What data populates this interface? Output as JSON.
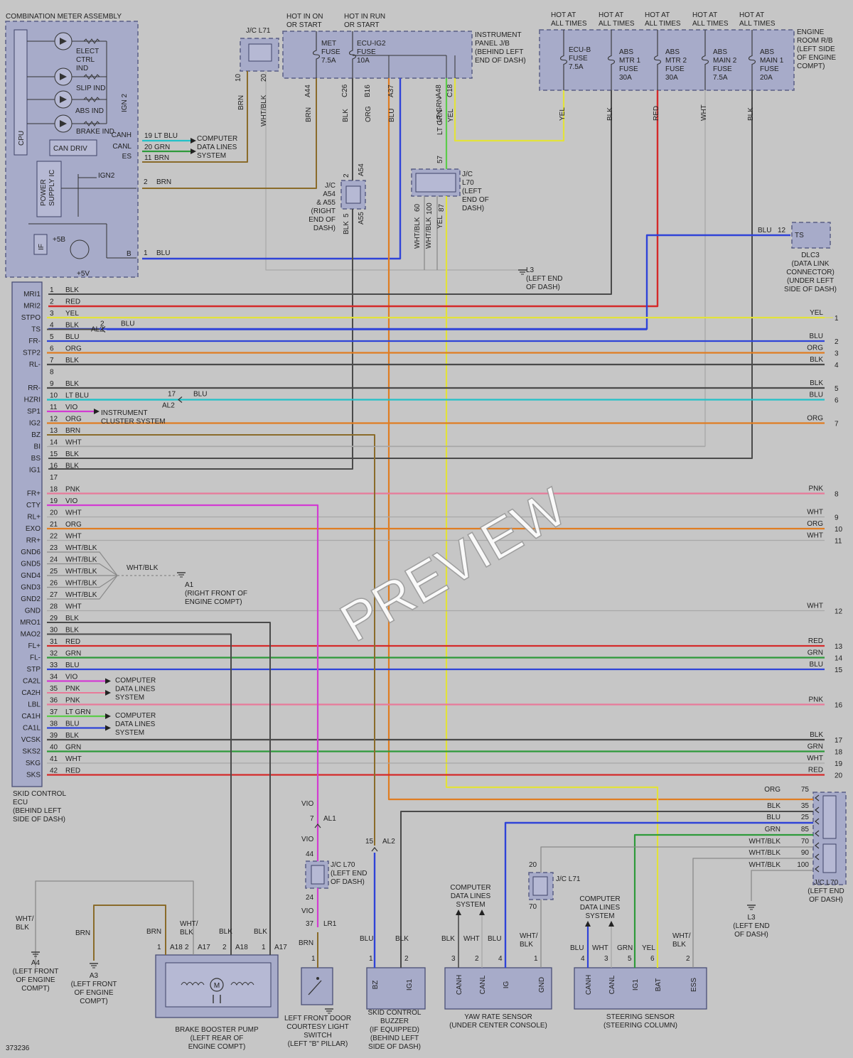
{
  "doc_id": "373236",
  "watermark": "PREVIEW",
  "colors": {
    "background": "#c6c6c6",
    "component_fill": "#a7abc9",
    "BLK": "#4a4a4a",
    "RED": "#d42a2a",
    "YEL": "#e2e23a",
    "BLU": "#2f43d8",
    "ORG": "#e07d22",
    "LT BLU": "#22c1c8",
    "VIO": "#d23cd2",
    "BRN": "#8a6b2a",
    "WHT": "#a8a8a8",
    "PNK": "#e87a9a",
    "GRN": "#2e9a3a",
    "LT GRN": "#5ccc4a",
    "WHT/BLK": "#8a8a8a"
  },
  "combination_meter": {
    "title": "COMBINATION METER ASSEMBLY",
    "indicators": [
      "ELECT CTRL IND",
      "SLIP IND",
      "ABS IND",
      "BRAKE IND"
    ],
    "labels": [
      "CPU",
      "CAN DRIV",
      "POWER SUPPLY IC",
      "IF",
      "IGN 2",
      "IGN2",
      "+5B",
      "+5V",
      "B"
    ],
    "pins": [
      {
        "pin": "CANH",
        "num": "19",
        "color": "LT BLU"
      },
      {
        "pin": "CANL",
        "num": "20",
        "color": "GRN"
      },
      {
        "pin": "ES",
        "num": "11",
        "color": "BRN"
      },
      {
        "pin": "",
        "num": "2",
        "color": "BRN"
      },
      {
        "pin": "B",
        "num": "1",
        "color": "BLU"
      }
    ],
    "computer_data_lines": "COMPUTER DATA LINES SYSTEM"
  },
  "jc_l71_top": {
    "label": "J/C L71",
    "pins": [
      "10",
      "20"
    ],
    "wires": [
      "BRN",
      "WHT/BLK"
    ]
  },
  "hot_in_on": "HOT IN ON OR START",
  "hot_in_run": "HOT IN RUN OR START",
  "hot_at_all_times": "HOT AT ALL TIMES",
  "instrument_panel_jb": {
    "label": "INSTRUMENT PANEL J/B (BEHIND LEFT END OF DASH)",
    "fuses": [
      "MET FUSE 7.5A",
      "ECU-IG2 FUSE 10A"
    ],
    "terminals": [
      {
        "pin": "A44",
        "color": "BRN"
      },
      {
        "pin": "C26",
        "color": "BLK"
      },
      {
        "pin": "B16",
        "color": "ORG"
      },
      {
        "pin": "A37",
        "color": "BLU"
      },
      {
        "pin": "A48",
        "color": "LT GRN"
      },
      {
        "pin": "C18",
        "color": "YEL"
      }
    ]
  },
  "engine_room_rb": {
    "label": "ENGINE ROOM R/B (LEFT SIDE OF ENGINE COMPT)",
    "fuses": [
      "ECU-B FUSE 7.5A",
      "ABS MTR 1 FUSE 30A",
      "ABS MTR 2 FUSE 30A",
      "ABS MAIN 2 FUSE 7.5A",
      "ABS MAIN 1 FUSE 20A"
    ],
    "wires": [
      "YEL",
      "BLK",
      "RED",
      "WHT",
      "BLK"
    ]
  },
  "jc_a54": {
    "label": "J/C A54 & A55 (RIGHT END OF DASH)",
    "pins": [
      "2",
      "A54",
      "5",
      "A55"
    ],
    "wire": "BLK"
  },
  "jc_l70_top": {
    "label": "J/C L70 (LEFT END OF DASH)",
    "pins": [
      "57",
      "60",
      "100",
      "87"
    ],
    "wires": [
      "WHT/BLK",
      "WHT/BLK",
      "YEL"
    ]
  },
  "ground_l3_top": "L3 (LEFT END OF DASH)",
  "dlc3": {
    "label": "DLC3 (DATA LINK CONNECTOR) (UNDER LEFT SIDE OF DASH)",
    "pin": "TS",
    "num": "12",
    "wire": "BLU"
  },
  "skid_ecu": {
    "label": "SKID CONTROL ECU (BEHIND LEFT SIDE OF DASH)",
    "pins": [
      {
        "n": "1",
        "name": "MRI1",
        "color": "BLK"
      },
      {
        "n": "2",
        "name": "MRI2",
        "color": "RED"
      },
      {
        "n": "3",
        "name": "STPO",
        "color": "YEL"
      },
      {
        "n": "4",
        "name": "TS",
        "color": "BLK"
      },
      {
        "n": "5",
        "name": "FR-",
        "color": "BLU"
      },
      {
        "n": "6",
        "name": "STP2",
        "color": "ORG"
      },
      {
        "n": "7",
        "name": "RL-",
        "color": "BLK"
      },
      {
        "n": "8",
        "name": "",
        "color": ""
      },
      {
        "n": "9",
        "name": "RR-",
        "color": "BLK"
      },
      {
        "n": "10",
        "name": "HZRI",
        "color": "LT BLU"
      },
      {
        "n": "11",
        "name": "SP1",
        "color": "VIO"
      },
      {
        "n": "12",
        "name": "IG2",
        "color": "ORG"
      },
      {
        "n": "13",
        "name": "BZ",
        "color": "BRN"
      },
      {
        "n": "14",
        "name": "BI",
        "color": "WHT"
      },
      {
        "n": "15",
        "name": "BS",
        "color": "BLK"
      },
      {
        "n": "16",
        "name": "IG1",
        "color": "BLK"
      },
      {
        "n": "17",
        "name": "",
        "color": ""
      },
      {
        "n": "18",
        "name": "FR+",
        "color": "PNK"
      },
      {
        "n": "19",
        "name": "CTY",
        "color": "VIO"
      },
      {
        "n": "20",
        "name": "RL+",
        "color": "WHT"
      },
      {
        "n": "21",
        "name": "EXO",
        "color": "ORG"
      },
      {
        "n": "22",
        "name": "RR+",
        "color": "WHT"
      },
      {
        "n": "23",
        "name": "GND6",
        "color": "WHT/BLK"
      },
      {
        "n": "24",
        "name": "GND5",
        "color": "WHT/BLK"
      },
      {
        "n": "25",
        "name": "GND4",
        "color": "WHT/BLK"
      },
      {
        "n": "26",
        "name": "GND3",
        "color": "WHT/BLK"
      },
      {
        "n": "27",
        "name": "GND2",
        "color": "WHT/BLK"
      },
      {
        "n": "28",
        "name": "GND",
        "color": "WHT"
      },
      {
        "n": "29",
        "name": "MRO1",
        "color": "BLK"
      },
      {
        "n": "30",
        "name": "MAO2",
        "color": "BLK"
      },
      {
        "n": "31",
        "name": "FL+",
        "color": "RED"
      },
      {
        "n": "32",
        "name": "FL-",
        "color": "GRN"
      },
      {
        "n": "33",
        "name": "STP",
        "color": "BLU"
      },
      {
        "n": "34",
        "name": "CA2L",
        "color": "VIO"
      },
      {
        "n": "35",
        "name": "CA2H",
        "color": "PNK"
      },
      {
        "n": "36",
        "name": "LBL",
        "color": "PNK"
      },
      {
        "n": "37",
        "name": "CA1H",
        "color": "LT GRN"
      },
      {
        "n": "38",
        "name": "CA1L",
        "color": "BLU"
      },
      {
        "n": "39",
        "name": "VCSK",
        "color": "BLK"
      },
      {
        "n": "40",
        "name": "SKS2",
        "color": "GRN"
      },
      {
        "n": "41",
        "name": "SKG",
        "color": "WHT"
      },
      {
        "n": "42",
        "name": "SKS",
        "color": "RED"
      }
    ]
  },
  "right_refs": [
    {
      "ref": "1",
      "color": "YEL"
    },
    {
      "ref": "2",
      "color": "BLU"
    },
    {
      "ref": "3",
      "color": "ORG"
    },
    {
      "ref": "4",
      "color": "BLK"
    },
    {
      "ref": "5",
      "color": "BLK"
    },
    {
      "ref": "6",
      "color": "BLU"
    },
    {
      "ref": "7",
      "color": "ORG"
    },
    {
      "ref": "8",
      "color": "PNK"
    },
    {
      "ref": "9",
      "color": "WHT"
    },
    {
      "ref": "10",
      "color": "ORG"
    },
    {
      "ref": "11",
      "color": "WHT"
    },
    {
      "ref": "12",
      "color": "WHT"
    },
    {
      "ref": "13",
      "color": "RED"
    },
    {
      "ref": "14",
      "color": "GRN"
    },
    {
      "ref": "15",
      "color": "BLU"
    },
    {
      "ref": "16",
      "color": "PNK"
    },
    {
      "ref": "17",
      "color": "BLK"
    },
    {
      "ref": "18",
      "color": "GRN"
    },
    {
      "ref": "19",
      "color": "WHT"
    },
    {
      "ref": "20",
      "color": "RED"
    }
  ],
  "splices": {
    "al2_pin4": {
      "label": "AL2",
      "num": "2",
      "color": "BLU"
    },
    "al2_pin10": {
      "label": "AL2",
      "num": "17",
      "color": "BLU"
    },
    "ground_a1": {
      "wire": "WHT/BLK",
      "label": "A1 (RIGHT FRONT OF ENGINE COMPT)"
    },
    "instrument_cluster": "INSTRUMENT CLUSTER SYSTEM",
    "computer_data_lines": "COMPUTER DATA LINES SYSTEM"
  },
  "jc_l70_right": {
    "label": "J/C L70 (LEFT END OF DASH)",
    "rows": [
      {
        "color": "ORG",
        "n": "75"
      },
      {
        "color": "BLK",
        "n": "35"
      },
      {
        "color": "BLU",
        "n": "25"
      },
      {
        "color": "GRN",
        "n": "85"
      },
      {
        "color": "WHT/BLK",
        "n": "70"
      },
      {
        "color": "WHT/BLK",
        "n": "90"
      },
      {
        "color": "WHT/BLK",
        "n": "100"
      }
    ]
  },
  "bottom": {
    "vio_splice": {
      "al1": "AL1",
      "pins": [
        "7",
        "44",
        "24",
        "37"
      ],
      "jc": "J/C L70 (LEFT END OF DASH)",
      "lr1": "LR1",
      "wire": "VIO"
    },
    "al2_15": {
      "num": "15",
      "label": "AL2"
    },
    "jc_l71": {
      "label": "J/C L71",
      "pins": [
        "20",
        "70"
      ]
    },
    "ground_l3": "L3 (LEFT END OF DASH)",
    "ground_a4": "A4 (LEFT FRONT OF ENGINE COMPT)",
    "ground_a3": "A3 (LEFT FRONT OF ENGINE COMPT)",
    "brake_booster": {
      "label": "BRAKE BOOSTER PUMP (LEFT REAR OF ENGINE COMPT)",
      "pins": [
        "1 A18",
        "2 A17",
        "2 A18",
        "1 A17"
      ],
      "wires": [
        "BRN",
        "WHT/BLK",
        "BLK",
        "BLK"
      ]
    },
    "door_switch": {
      "label": "LEFT FRONT DOOR COURTESY LIGHT SWITCH (LEFT \"B\" PILLAR)",
      "pin": "1",
      "wire": "BRN"
    },
    "buzzer": {
      "label": "SKID CONTROL BUZZER (IF EQUIPPED) (BEHIND LEFT SIDE OF DASH)",
      "pins": [
        "BZ",
        "IG1"
      ],
      "nums": [
        "1",
        "2"
      ],
      "wires": [
        "BLU",
        "BLK"
      ]
    },
    "yaw_sensor": {
      "label": "YAW RATE SENSOR (UNDER CENTER CONSOLE)",
      "pins": [
        "CANH",
        "CANL",
        "IG",
        "GND"
      ],
      "nums": [
        "3",
        "2",
        "4",
        "1"
      ],
      "wires": [
        "BLK",
        "WHT",
        "BLU",
        "WHT/BLK"
      ],
      "cdl": "COMPUTER DATA LINES SYSTEM"
    },
    "steering_sensor": {
      "label": "STEERING SENSOR (STEERING COLUMN)",
      "pins": [
        "CANH",
        "CANL",
        "IG1",
        "BAT",
        "ESS"
      ],
      "nums": [
        "4",
        "3",
        "5",
        "6",
        "2"
      ],
      "wires": [
        "BLU",
        "WHT",
        "GRN",
        "YEL",
        "WHT/BLK"
      ],
      "cdl": "COMPUTER DATA LINES SYSTEM"
    }
  }
}
